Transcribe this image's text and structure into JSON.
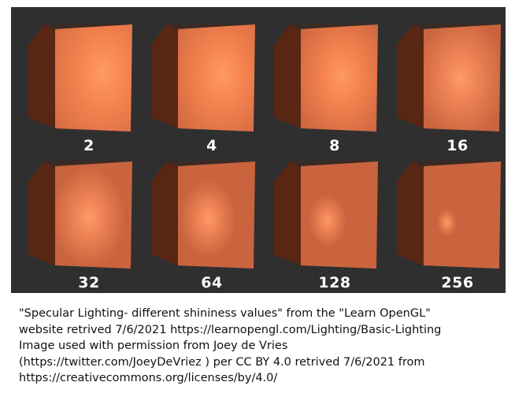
{
  "figure": {
    "background": "#2f2f2f",
    "cube_front_color": "#e8764a",
    "cube_side_color": "#5a2614",
    "cube_top_color": "#3a2a24",
    "label_color": "#ffffff",
    "shininess_values": [
      "2",
      "4",
      "8",
      "16",
      "32",
      "64",
      "128",
      "256"
    ]
  },
  "caption": {
    "lines": [
      "\"Specular Lighting- different shininess values\" from the \"Learn OpenGL\"",
      "website retrived 7/6/2021 https://learnopengl.com/Lighting/Basic-Lighting",
      "Image used with permission from Joey de Vries",
      "(https://twitter.com/JoeyDeVriez ) per CC BY 4.0 retrived 7/6/2021 from",
      "https://creativecommons.org/licenses/by/4.0/"
    ]
  }
}
